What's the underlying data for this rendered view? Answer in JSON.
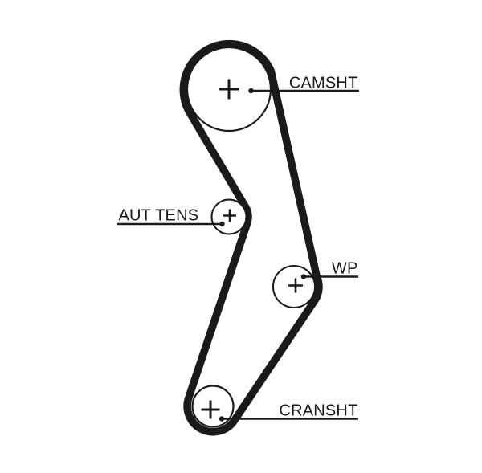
{
  "background_color": "#ffffff",
  "ink_color": "#1a1a1a",
  "diagram": {
    "type": "timing-belt-routing",
    "pulleys": [
      {
        "id": "camshaft",
        "label": "CAMSHT"
      },
      {
        "id": "automatic-tensioner",
        "label": "AUT TENS"
      },
      {
        "id": "water-pump",
        "label": "WP"
      },
      {
        "id": "crankshaft",
        "label": "CRANSHT"
      }
    ]
  }
}
